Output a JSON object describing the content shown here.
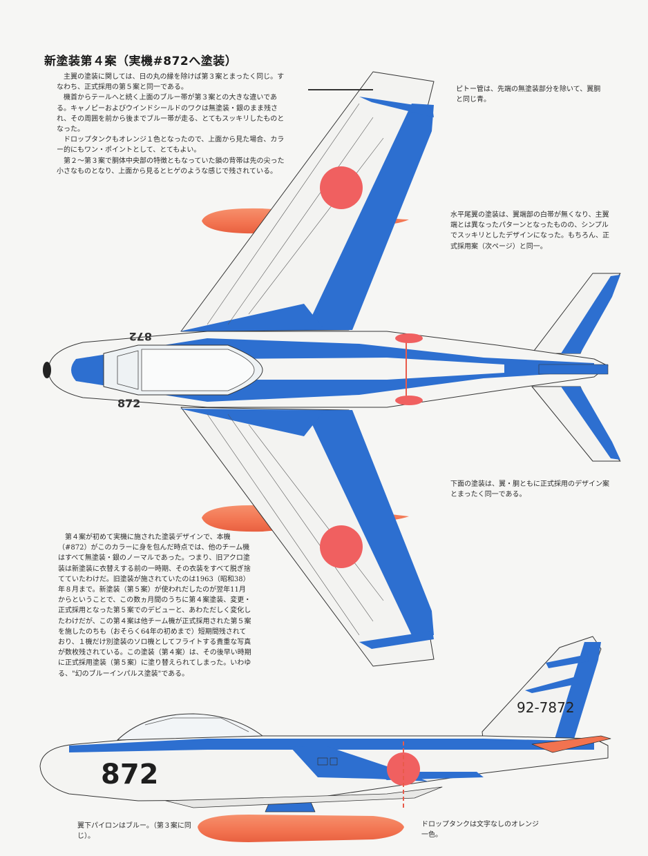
{
  "title": "新塗装第４案（実機#872へ塗装）",
  "intro_paragraphs": [
    "主翼の塗装に関しては、日の丸の縁を除けば第３案とまったく同じ。すなわち、正式採用の第５案と同一である。",
    "機首からテールへと続く上面のブルー帯が第３案との大きな違いである。キャノピーおよびウインドシールドのワクは無塗装・銀のまま残され、その周囲を前から後までブルー帯が走る、とてもスッキリしたものとなった。",
    "ドロップタンクもオレンジ１色となったので、上面から見た場合、カラー的にもワン・ポイントとして、とてもよい。",
    "第２〜第３案で胴体中央部の特徴ともなっていた鎖の背帯は先の尖った小さなものとなり、上面から見るとヒゲのような感じで残されている。"
  ],
  "captions": {
    "pitot": "ピトー管は、先端の無塗装部分を除いて、翼胴と同じ青。",
    "htail": "水平尾翼の塗装は、翼端部の白帯が無くなり、主翼端とは異なったパターンとなったものの、シンプルでスッキリとしたデザインになった。もちろん、正式採用案（次ページ）と同一。",
    "underside": "下面の塗装は、翼・胴ともに正式採用のデザイン案とまったく同一である。",
    "pylon": "翼下パイロンはブルー。（第３案に同じ）。",
    "tank": "ドロップタンクは文字なしのオレンジ一色。"
  },
  "story": "第４案が初めて実機に施された塗装デザインで、本機（#872）がこのカラーに身を包んだ時点では、他のチーム機はすべて無塗装・銀のノーマルであった。つまり、旧アクロ塗装は新塗装に衣替えする前の一時期、その衣装をすべて脱ぎ捨てていたわけだ。旧塗装が施されていたのは1963（昭和38）年８月まで。新塗装（第５案）が使われだしたのが翌年11月からということで、この数ヵ月間のうちに第４案塗装、変更・正式採用となった第５案でのデビューと、あわただしく変化したわけだが、この第４案は他チーム機が正式採用された第５案を施したのちも（おそらく64年の初めまで）短期間残されており、１機だけ別塗装のソロ機としてフライトする貴重な写真が数枚残されている。この塗装（第４案）は、その後早い時期に正式採用塗装（第５案）に塗り替えられてしまった。いわゆる、\"幻のブルーインパルス塗装\"である。",
  "markings": {
    "nose_number": "872",
    "tail_serial": "92-7872",
    "top_fuselage_upper": "872",
    "top_fuselage_lower": "872"
  },
  "colors": {
    "blue": "#2d6fd0",
    "orange": "#f37a55",
    "roundel_red": "#f06060",
    "silver": "#f2f2f0",
    "outline": "#333333"
  }
}
